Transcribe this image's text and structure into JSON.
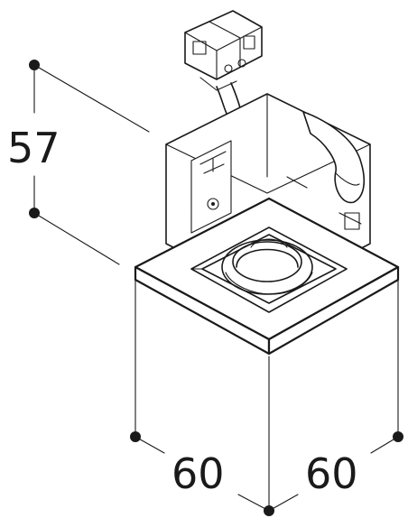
{
  "dimensions": {
    "height": "57",
    "width_left": "60",
    "width_right": "60"
  },
  "colors": {
    "line": "#1a1a1a",
    "background": "#ffffff"
  }
}
